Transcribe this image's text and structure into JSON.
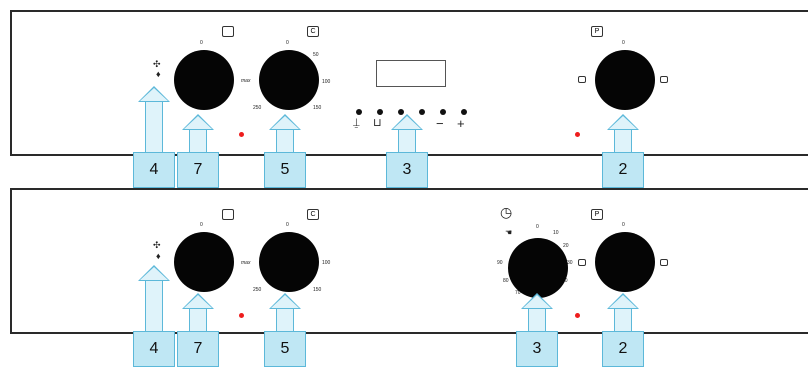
{
  "top_panel": {
    "knob_1_scale": [
      "0",
      "max"
    ],
    "knob_2_scale": [
      "0",
      "50",
      "100",
      "150",
      "250"
    ],
    "buttons": [
      "−",
      "+"
    ],
    "callouts": [
      "4",
      "7",
      "5",
      "3",
      "2"
    ]
  },
  "bottom_panel": {
    "knob_1_scale": [
      "0",
      "max"
    ],
    "knob_2_scale": [
      "0",
      "100",
      "150",
      "250"
    ],
    "timer_scale": [
      "0",
      "10",
      "20",
      "30",
      "40",
      "90",
      "80",
      "70"
    ],
    "callouts": [
      "4",
      "7",
      "5",
      "3",
      "2"
    ]
  },
  "colors": {
    "callout_fill": "#bfe7f4",
    "callout_border": "#5cb8d9",
    "indicator": "#ee1d1d"
  }
}
